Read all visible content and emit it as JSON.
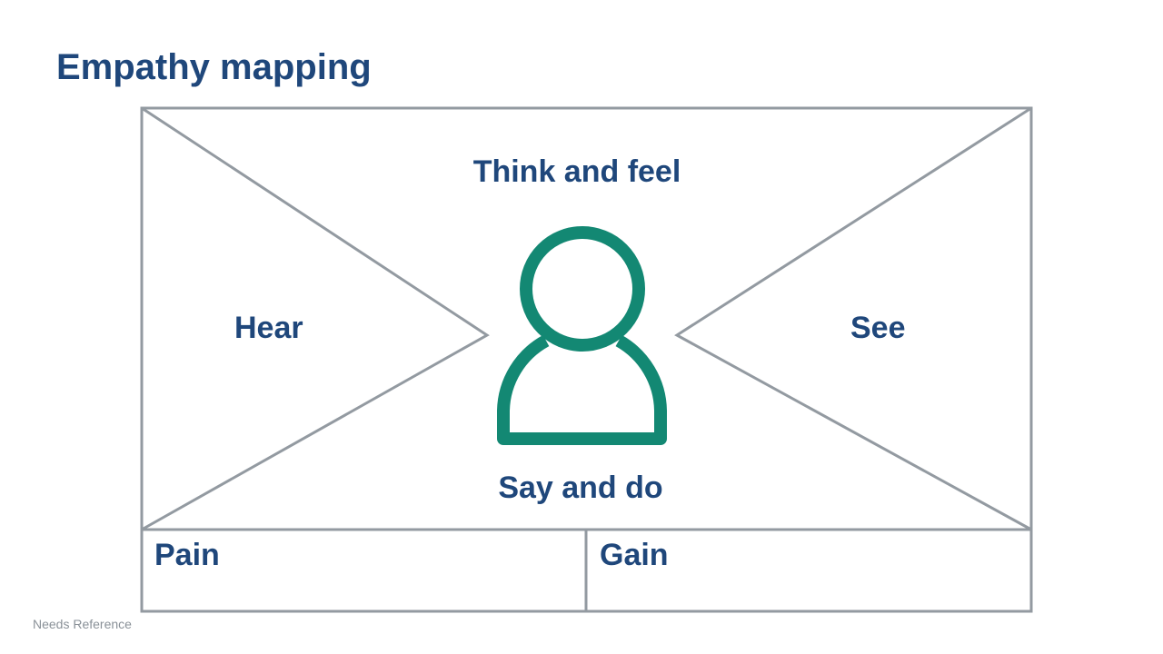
{
  "title": "Empathy mapping",
  "quadrants": {
    "think_feel": "Think and feel",
    "hear": "Hear",
    "see": "See",
    "say_do": "Say and do",
    "pain": "Pain",
    "gain": "Gain"
  },
  "footer": "Needs Reference",
  "colors": {
    "title": "#1f477b",
    "lines": "#939aa1",
    "person": "#138873"
  }
}
